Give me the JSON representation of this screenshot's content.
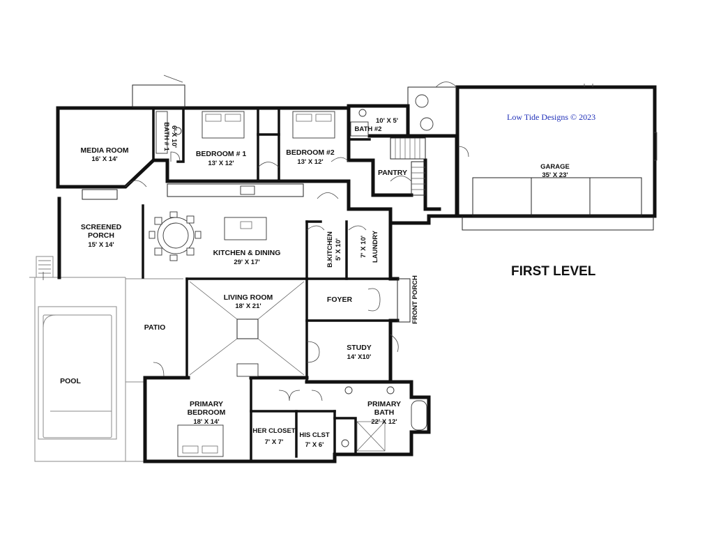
{
  "level_title": "FIRST LEVEL",
  "credit": "Low Tide Designs © 2023",
  "rooms": {
    "media_room": {
      "name": "MEDIA ROOM",
      "size": "16' X 14'"
    },
    "bath1": {
      "name": "BATH # 1",
      "size": "6' X 10'"
    },
    "bedroom1": {
      "name": "BEDROOM # 1",
      "size": "13' X 12'"
    },
    "bedroom2": {
      "name": "BEDROOM #2",
      "size": "13' X 12'"
    },
    "bath2": {
      "name": "BATH #2",
      "size": "10' X 5'"
    },
    "pantry": {
      "name": "PANTRY"
    },
    "garage": {
      "name": "GARAGE",
      "size": "35' X 23'"
    },
    "screened_porch": {
      "name_line1": "SCREENED",
      "name_line2": "PORCH",
      "size": "15' X 14'"
    },
    "kitchen_dining": {
      "name": "KITCHEN & DINING",
      "size": "29' X 17'"
    },
    "b_kitchen": {
      "name": "B.KITCHEN",
      "size": "5' X 10'"
    },
    "laundry": {
      "name": "LAUNDRY",
      "size": "7' X 10'"
    },
    "living_room": {
      "name": "LIVING ROOM",
      "size": "18' X 21'"
    },
    "foyer": {
      "name": "FOYER"
    },
    "front_porch": {
      "name": "FRONT PORCH"
    },
    "patio": {
      "name": "PATIO"
    },
    "study": {
      "name": "STUDY",
      "size": "14' X10'"
    },
    "pool": {
      "name": "POOL"
    },
    "primary_bedroom": {
      "name_line1": "PRIMARY",
      "name_line2": "BEDROOM",
      "size": "18' X 14'"
    },
    "her_closet": {
      "name": "HER CLOSET",
      "size": "7' X 7'"
    },
    "his_closet": {
      "name": "HIS CLST",
      "size": "7' X 6'"
    },
    "primary_bath": {
      "name_line1": "PRIMARY",
      "name_line2": "BATH",
      "size": "22' X 12'"
    }
  }
}
